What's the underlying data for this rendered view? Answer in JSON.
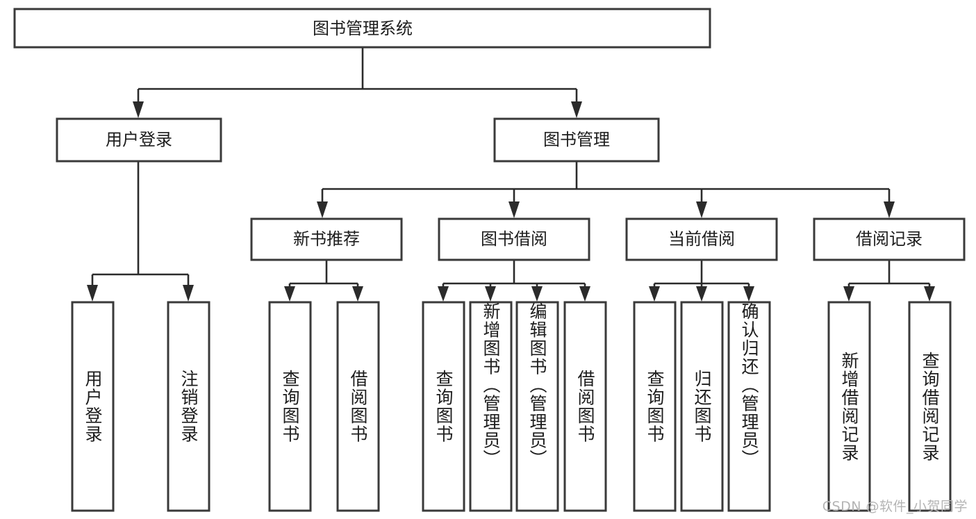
{
  "diagram": {
    "type": "tree",
    "title": "图书管理系统",
    "watermark": "CSDN @软件_小贺同学",
    "colors": {
      "background": "#ffffff",
      "box_border": "#3a3a3a",
      "connector": "#2b2b2b",
      "text": "#1d1d1d",
      "watermark": "#b4b4b4"
    },
    "root": {
      "label": "图书管理系统"
    },
    "level2": [
      {
        "label": "用户登录"
      },
      {
        "label": "图书管理"
      }
    ],
    "level3": [
      {
        "label": "新书推荐"
      },
      {
        "label": "图书借阅"
      },
      {
        "label": "当前借阅"
      },
      {
        "label": "借阅记录"
      }
    ],
    "leaves": {
      "user_login": [
        {
          "label": "用户登录"
        },
        {
          "label": "注销登录"
        }
      ],
      "new_book_recommend": [
        {
          "label": "查询图书"
        },
        {
          "label": "借阅图书"
        }
      ],
      "book_borrow": [
        {
          "label": "查询图书"
        },
        {
          "label": "新增图书（管理员）"
        },
        {
          "label": "编辑图书（管理员）"
        },
        {
          "label": "借阅图书"
        }
      ],
      "current_borrow": [
        {
          "label": "查询图书"
        },
        {
          "label": "归还图书"
        },
        {
          "label": "确认归还（管理员）"
        }
      ],
      "borrow_record": [
        {
          "label": "新增借阅记录"
        },
        {
          "label": "查询借阅记录"
        }
      ]
    }
  }
}
